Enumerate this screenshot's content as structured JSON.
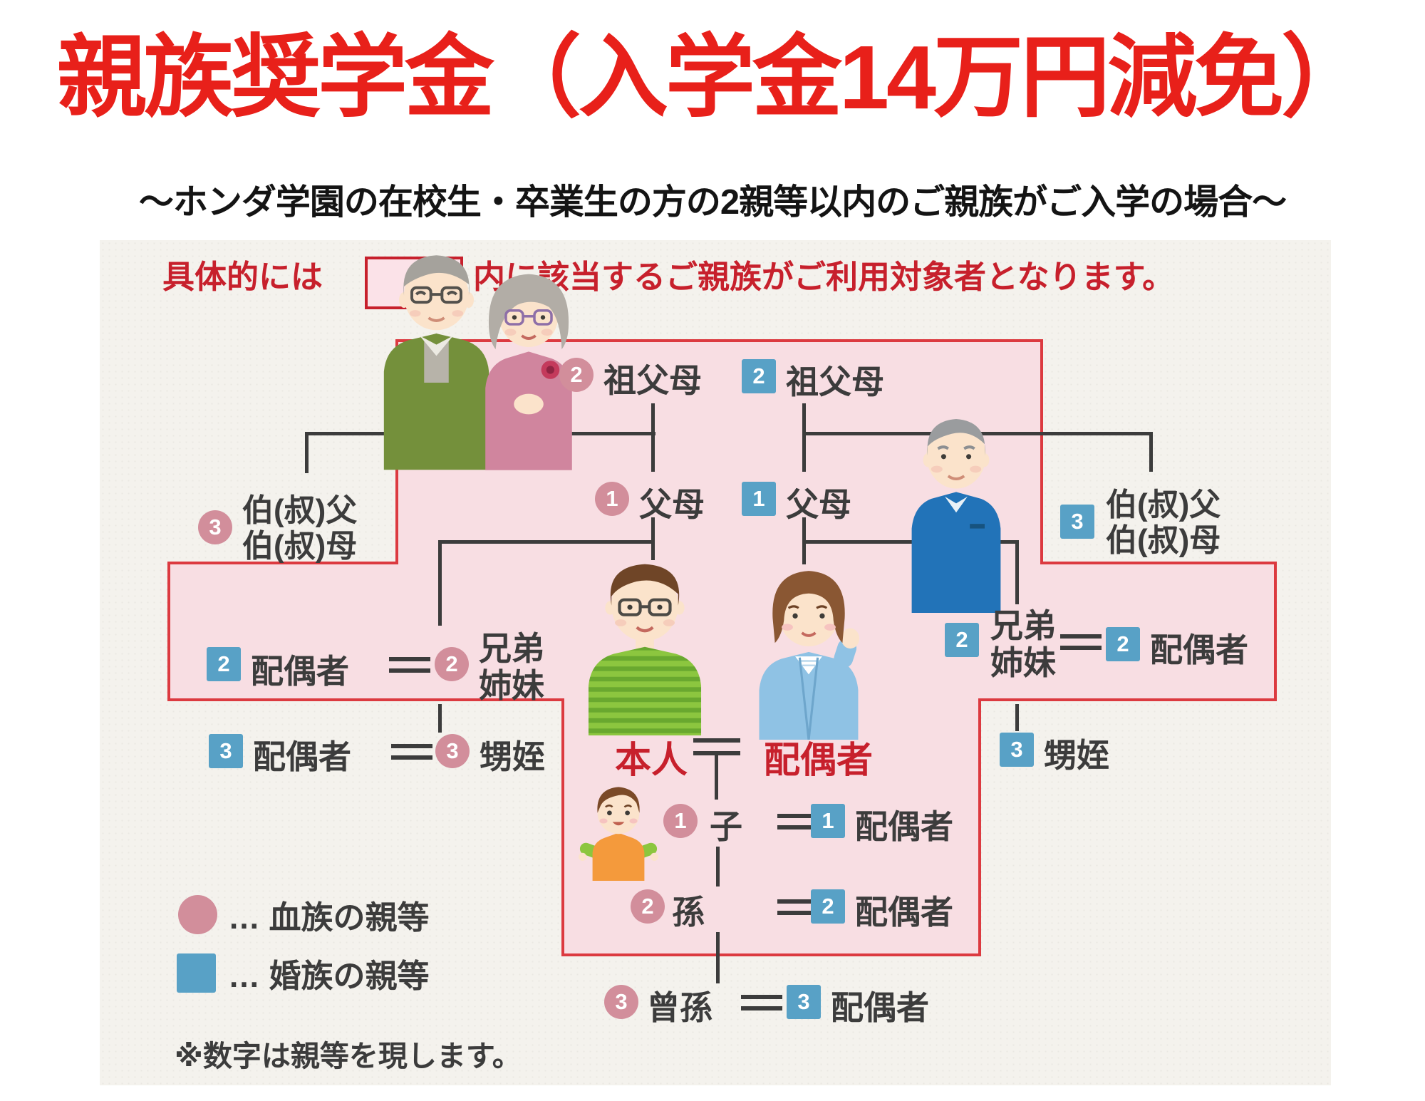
{
  "title": "親族奨学金（入学金14万円減免）",
  "subtitle": "～ホンダ学園の在校生・卒業生の方の2親等以内のご親族がご入学の場合～",
  "instruction": {
    "prefix": "具体的には",
    "suffix": "内に該当するご親族がご利用対象者となります。"
  },
  "legend": {
    "blood": "… 血族の親等",
    "marriage": "… 婚族の親等",
    "note": "※数字は親等を現します。"
  },
  "colors": {
    "title_red": "#e8201a",
    "instruction_red": "#c7202c",
    "pink_fill": "#f8dee3",
    "pink_border": "#dc3a40",
    "badge_blood": "#d28e9b",
    "badge_marriage": "#58a1c6",
    "line": "#3c3c3c",
    "panel_bg": "#f4f2ed",
    "self_spouse_red": "#c7202c"
  },
  "nodes": {
    "gp_blood": {
      "degree": "2",
      "label": "祖父母"
    },
    "gp_marriage": {
      "degree": "2",
      "label": "祖父母"
    },
    "parents_blood": {
      "degree": "1",
      "label": "父母"
    },
    "parents_marriage": {
      "degree": "1",
      "label": "父母"
    },
    "uncle_left": {
      "degree": "3",
      "line1": "伯(叔)父",
      "line2": "伯(叔)母"
    },
    "uncle_right": {
      "degree": "3",
      "line1": "伯(叔)父",
      "line2": "伯(叔)母"
    },
    "sib_left_spouse": {
      "degree": "2",
      "label": "配偶者"
    },
    "sib_left": {
      "degree": "2",
      "line1": "兄弟",
      "line2": "姉妹"
    },
    "sib_right": {
      "degree": "2",
      "line1": "兄弟",
      "line2": "姉妹"
    },
    "sib_right_spouse": {
      "degree": "2",
      "label": "配偶者"
    },
    "nephew_left_spouse": {
      "degree": "3",
      "label": "配偶者"
    },
    "nephew_left": {
      "degree": "3",
      "label": "甥姪"
    },
    "nephew_right": {
      "degree": "3",
      "label": "甥姪"
    },
    "self": {
      "label": "本人"
    },
    "spouse": {
      "label": "配偶者"
    },
    "child": {
      "degree": "1",
      "label": "子"
    },
    "child_spouse": {
      "degree": "1",
      "label": "配偶者"
    },
    "grandchild": {
      "degree": "2",
      "label": "孫"
    },
    "grandchild_spouse": {
      "degree": "2",
      "label": "配偶者"
    },
    "ggrandchild": {
      "degree": "3",
      "label": "曾孫"
    },
    "ggrandchild_spouse": {
      "degree": "3",
      "label": "配偶者"
    }
  }
}
